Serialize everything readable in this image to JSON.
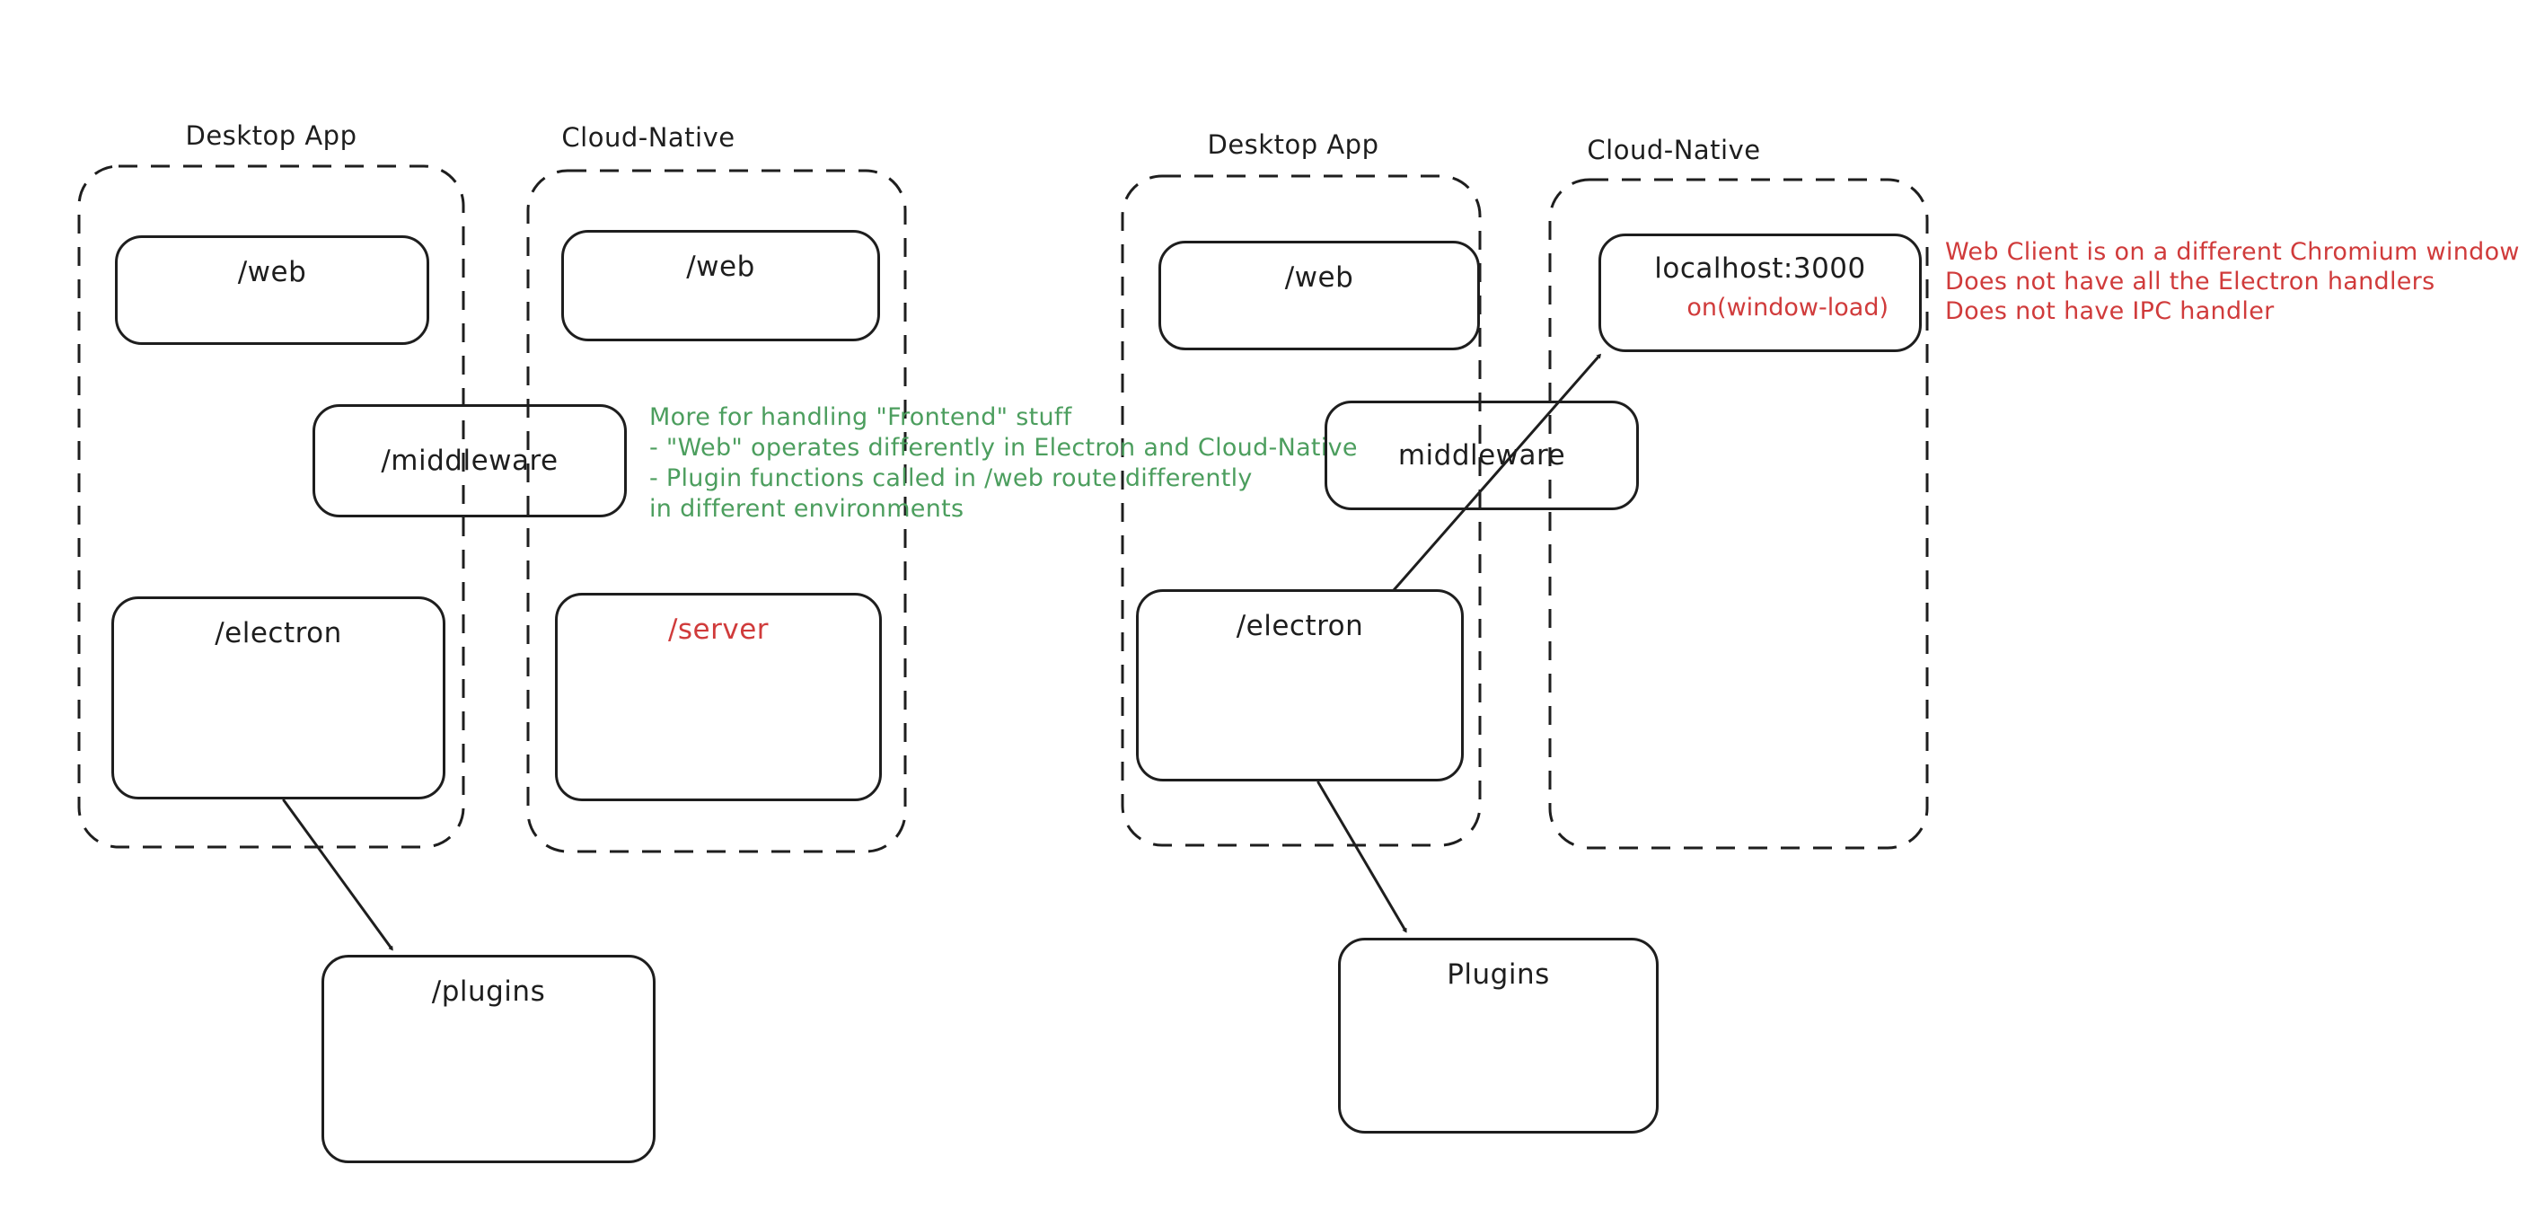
{
  "colors": {
    "ink": "#1e1e1e",
    "red": "#d03b3b",
    "green": "#4c9e5e",
    "bg": "#ffffff"
  },
  "left": {
    "desktop_label": "Desktop App",
    "cloud_label": "Cloud-Native",
    "web_desktop": "/web",
    "web_cloud": "/web",
    "middleware": "/middleware",
    "electron": "/electron",
    "server": "/server",
    "plugins": "/plugins",
    "note_lines": [
      "More for handling \"Frontend\" stuff",
      "- \"Web\" operates differently in Electron and Cloud-Native",
      "- Plugin functions called in /web route differently",
      "in different environments"
    ]
  },
  "right": {
    "desktop_label": "Desktop App",
    "cloud_label": "Cloud-Native",
    "web": "/web",
    "localhost": "localhost:3000",
    "window_load": "on(window-load)",
    "middleware": "middleware",
    "electron": "/electron",
    "plugins": "Plugins",
    "note_lines": [
      "Web Client is on a different Chromium window",
      "Does not have all the Electron handlers",
      "Does not have IPC handler"
    ]
  }
}
